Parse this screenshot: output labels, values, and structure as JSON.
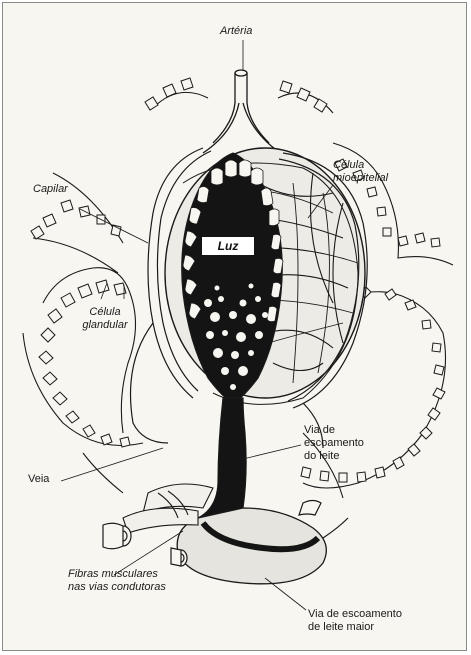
{
  "diagram": {
    "labels": {
      "arteria": "Artéria",
      "celula_mioepitelial": [
        "Célula",
        "mioepitelial"
      ],
      "capilar": "Capilar",
      "luz": "Luz",
      "celula_glandular": [
        "Célula",
        "glandular"
      ],
      "via_escoamento_leite": [
        "Via de",
        "escoamento",
        "do leite"
      ],
      "veia": "Veia",
      "fibras_musculares": [
        "Fibras musculares",
        "nas vias condutoras"
      ],
      "via_escoamento_leite_maior": [
        "Via de escoamento",
        "de leite maior"
      ]
    },
    "colors": {
      "ink": "#1a1a1a",
      "paper": "#f8f6f1",
      "lumen": "#141414",
      "frame": "#8a8a8a"
    }
  }
}
